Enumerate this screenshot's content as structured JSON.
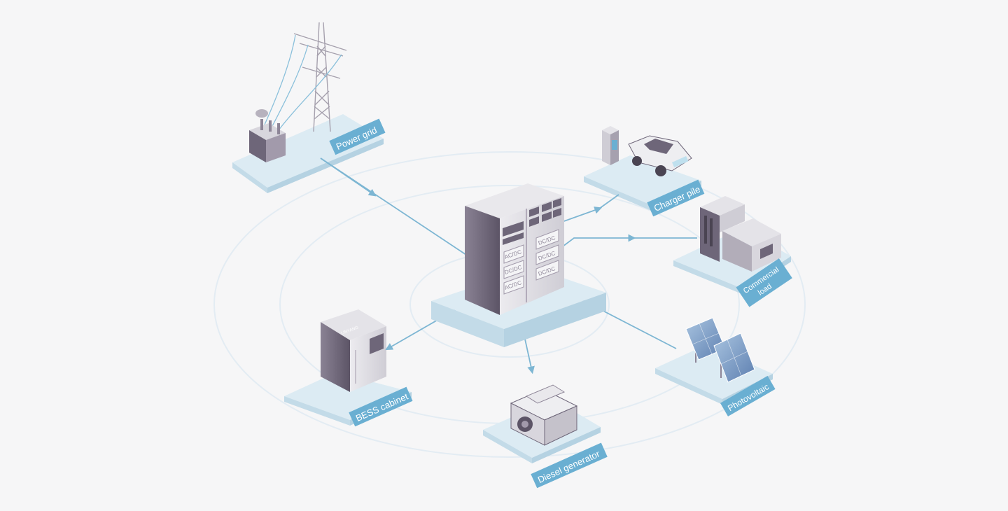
{
  "colors": {
    "background": "#f6f6f7",
    "platform_top": "#dcebf3",
    "platform_side": "#c3dbe8",
    "flow_line": "#7db6d3",
    "label_bg": "#6aafd2",
    "ring": "#e3ecf3",
    "equipment_light": "#e4e3e8",
    "equipment_dark": "#6e6679"
  },
  "nodes": {
    "grid": {
      "label": "Power grid"
    },
    "charger": {
      "label": "Charger pile"
    },
    "commercial": {
      "label_line1": "Commercial",
      "label_line2": "load"
    },
    "bess": {
      "label": "BESS cabinet",
      "logo": "LINYANG"
    },
    "diesel": {
      "label": "Diesel generator"
    },
    "pv": {
      "label": "Photovoltaic"
    }
  },
  "center": {
    "modules": [
      "AC/DC",
      "DC/DC",
      "AC/DC",
      "DC/DC",
      "DC/DC",
      "DC/DC"
    ]
  }
}
